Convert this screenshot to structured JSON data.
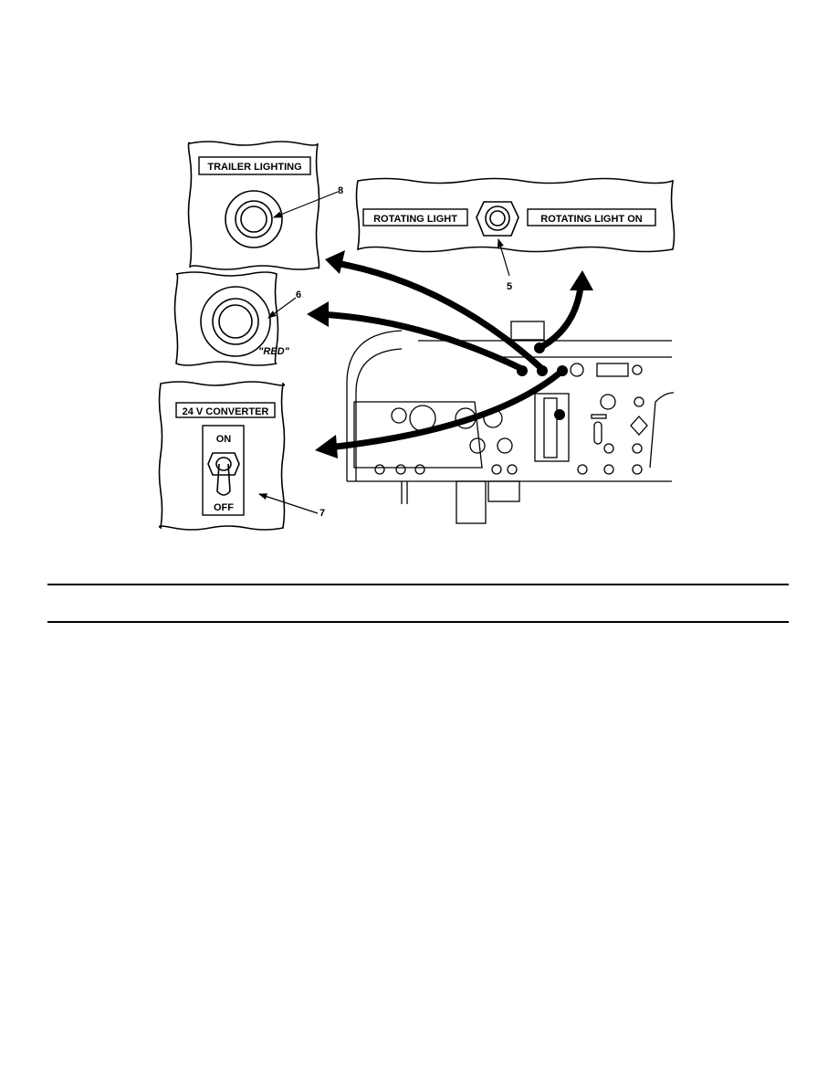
{
  "figure": {
    "panels": {
      "trailer_lighting": {
        "label": "TRAILER LIGHTING",
        "callout": "8"
      },
      "rotating_light": {
        "label_left": "ROTATING LIGHT",
        "label_right": "ROTATING LIGHT ON",
        "callout": "5"
      },
      "red_indicator": {
        "note": "\"RED\"",
        "callout": "6"
      },
      "converter": {
        "label": "24 V CONVERTER",
        "on": "ON",
        "off": "OFF",
        "callout": "7"
      }
    }
  }
}
